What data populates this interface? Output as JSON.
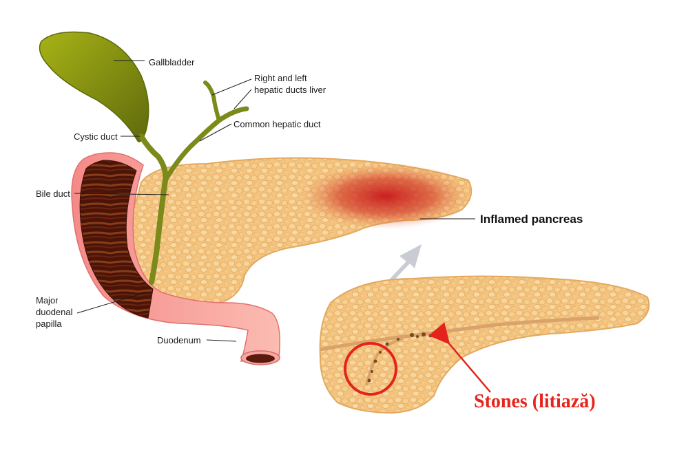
{
  "labels": {
    "gallbladder": "Gallbladder",
    "hepatic_ducts_line1": "Right and left",
    "hepatic_ducts_line2": "hepatic ducts liver",
    "common_hepatic_duct": "Common hepatic duct",
    "cystic_duct": "Cystic duct",
    "bile_duct": "Bile duct",
    "papilla_line1": "Major",
    "papilla_line2": "duodenal",
    "papilla_line3": "papilla",
    "duodenum": "Duodenum",
    "inflamed_pancreas": "Inflamed pancreas",
    "stones": "Stones (litiază)"
  },
  "colors": {
    "pancreas": "#f4c47e",
    "pancreas_edge": "#e3a85e",
    "inflammation": "#c8161a",
    "gallbladder": "#8f9a10",
    "bile_duct": "#7b8a18",
    "duodenum_outer": "#f59a95",
    "duodenum_inner": "#5a1a0c",
    "stone_marker": "#e3231c",
    "arrow_gray": "#c9ccd3"
  }
}
